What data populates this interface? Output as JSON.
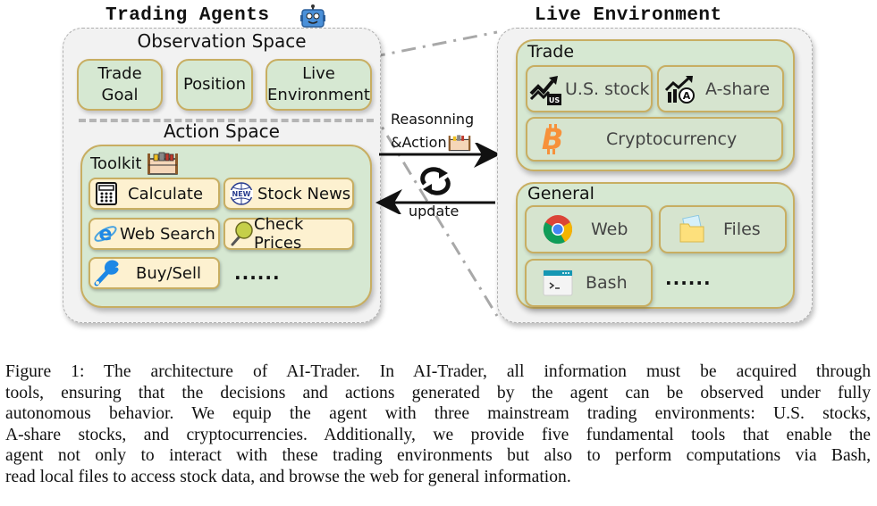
{
  "agents": {
    "title": "Trading Agents",
    "title_icon": "robot-icon",
    "observation": {
      "title": "Observation Space",
      "items": [
        {
          "label": "Trade\nGoal",
          "line1": "Trade",
          "line2": "Goal"
        },
        {
          "label": "Position"
        },
        {
          "label": "Live\nEnvironment",
          "line1": "Live",
          "line2": "Environment"
        }
      ]
    },
    "action": {
      "title": "Action Space",
      "toolkit": {
        "title": "Toolkit",
        "title_icon": "toolbox-icon",
        "tools": [
          {
            "label": "Calculate",
            "icon": "calculator-icon"
          },
          {
            "label": "Stock News",
            "icon": "news-globe-icon"
          },
          {
            "label": "Web Search",
            "icon": "browser-e-icon"
          },
          {
            "label": "Check Prices",
            "icon": "magnifier-icon"
          },
          {
            "label": "Buy/Sell",
            "icon": "wrench-icon"
          }
        ],
        "more": "......"
      }
    }
  },
  "flow": {
    "forward_label_line1": "Reasonning",
    "forward_label_line2": "&Action",
    "forward_icon": "toolbox-icon",
    "cycle_icon": "refresh-icon",
    "backward_label": "update"
  },
  "environment": {
    "title": "Live Environment",
    "trade": {
      "title": "Trade",
      "items": [
        {
          "label": "U.S. stock",
          "icon": "us-stock-chart-icon"
        },
        {
          "label": "A-share",
          "icon": "a-share-chart-icon"
        },
        {
          "label": "Cryptocurrency",
          "icon": "bitcoin-icon"
        }
      ]
    },
    "general": {
      "title": "General",
      "items": [
        {
          "label": "Web",
          "icon": "chrome-icon"
        },
        {
          "label": "Files",
          "icon": "folder-icon"
        },
        {
          "label": "Bash",
          "icon": "terminal-icon"
        }
      ],
      "more": "......"
    }
  },
  "colors": {
    "panel_green": "#d6e8d2",
    "tool_yellow": "#fdf1d0",
    "border_gold": "#c8ae62",
    "outer_gray": "#f2f2f2",
    "bitcoin_orange": "#f7931a",
    "accent_blue": "#1e88e5"
  },
  "caption": {
    "lines": [
      "Figure 1: The architecture of AI-Trader. In AI-Trader, all information must be acquired through",
      "tools, ensuring that the decisions and actions generated by the agent can be observed under fully",
      "autonomous behavior. We equip the agent with three mainstream trading environments: U.S. stocks,",
      "A-share stocks, and cryptocurrencies. Additionally, we provide five fundamental tools that enable the",
      "agent not only to interact with these trading environments but also to perform computations via Bash,",
      "read local files to access stock data, and browse the web for general information."
    ]
  }
}
